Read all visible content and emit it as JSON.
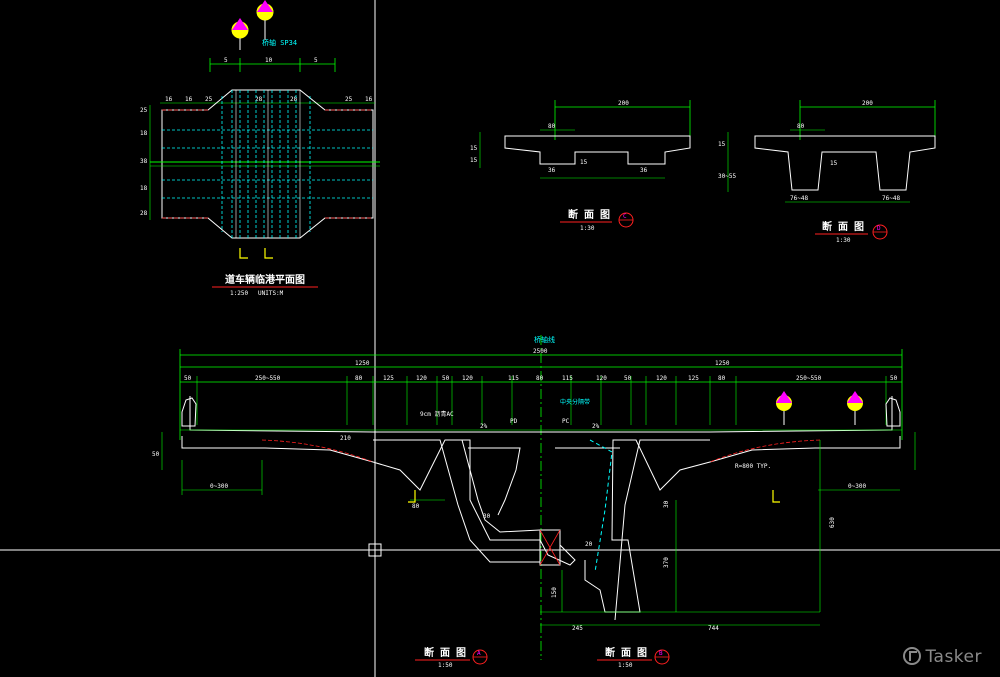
{
  "plan": {
    "title": "道车辆临港平面图",
    "scale": "1:250",
    "units": "UNITS:M",
    "center_note": "桥轴 SP34",
    "top_dims": [
      "5",
      "10",
      "5"
    ],
    "left_dims": [
      "25",
      "18",
      "38",
      "18",
      "28"
    ],
    "top_small_dims": [
      "16",
      "16",
      "25",
      "28",
      "28",
      "25",
      "16"
    ]
  },
  "section_c": {
    "title": "断 面 图",
    "scale": "1:30",
    "marker": "C",
    "top_width": "200",
    "web_gap": "80",
    "left_dims": [
      "15",
      "15"
    ],
    "bottom_dims": [
      "36",
      "15",
      "36"
    ]
  },
  "section_d": {
    "title": "断 面 图",
    "scale": "1:30",
    "marker": "D",
    "top_width": "200",
    "web_gap": "80",
    "left_dims": [
      "15",
      "30~55"
    ],
    "mid_dim": "15",
    "bottom_dims": [
      "76~48",
      "76~48"
    ]
  },
  "main": {
    "center_label": "桥轴线",
    "total_width": "2500",
    "half_left": "1250",
    "half_right": "1250",
    "dims_row": [
      "50",
      "250~550",
      "80",
      "125",
      "120",
      "50",
      "120",
      "115",
      "80",
      "115",
      "120",
      "50",
      "120",
      "125",
      "80",
      "250~550",
      "50"
    ],
    "notes": {
      "asphalt": "9cm 沥青AC",
      "pd": "PD",
      "pc": "PC",
      "center_drain": "中央分隔带",
      "slope_left": "2%",
      "slope_right": "2%",
      "radius": "R=800 TYP.",
      "range_left": "0~300",
      "range_right": "0~300",
      "web_30": "30",
      "web_80": "80",
      "h_210": "210",
      "h_370": "370",
      "h_150": "150",
      "h_50": "50",
      "h_20": "20",
      "w_245": "245",
      "w_744": "744",
      "h_630": "630"
    },
    "title_a": "断 面 图",
    "scale_a": "1:50",
    "marker_a": "A",
    "title_b": "断 面 图",
    "scale_b": "1:50",
    "marker_b": "B"
  },
  "watermark": "Tasker",
  "colors": {
    "background": "#000000",
    "dimension": "#00ff00",
    "outline": "#ffffff",
    "hidden": "#00ffff",
    "title_underline": "#ff0000",
    "marker_fill": "#ffff00"
  }
}
